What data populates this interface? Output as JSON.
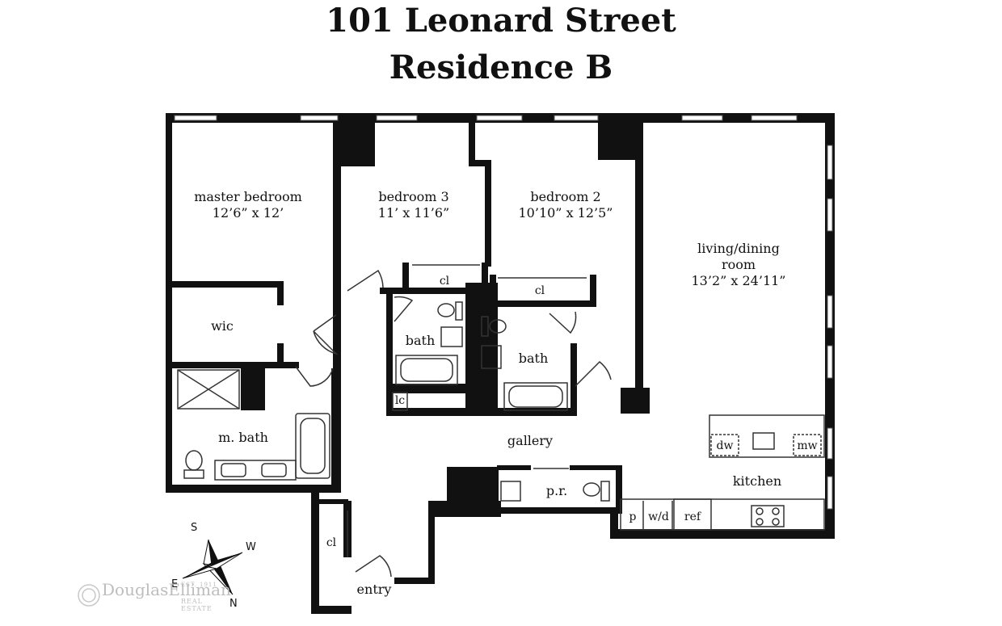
{
  "title": {
    "line1": "101 Leonard Street",
    "line2_left": "Residence",
    "line2_right": "B"
  },
  "rooms": {
    "master_bedroom": {
      "name": "master bedroom",
      "dim": "12’6” x 12’"
    },
    "bedroom3": {
      "name": "bedroom 3",
      "dim": "11’ x 11’6”"
    },
    "bedroom2": {
      "name": "bedroom 2",
      "dim": "10’10” x 12’5”"
    },
    "living": {
      "name1": "living/dining",
      "name2": "room",
      "dim": "13’2” x 24’11”"
    },
    "wic": "wic",
    "cl1": "cl",
    "cl2": "cl",
    "cl3": "cl",
    "bath1": "bath",
    "bath2": "bath",
    "lc": "lc",
    "mbath": "m. bath",
    "gallery": "gallery",
    "pr": "p.r.",
    "kitchen": "kitchen",
    "dw": "dw",
    "mw": "mw",
    "p": "p",
    "wd": "w/d",
    "ref": "ref",
    "entry": "entry"
  },
  "compass": {
    "s": "S",
    "w": "W",
    "e": "E",
    "n": "N"
  },
  "logo": {
    "name": "DouglasElliman",
    "est": "EST. 1911",
    "sub": "REAL ESTATE"
  }
}
